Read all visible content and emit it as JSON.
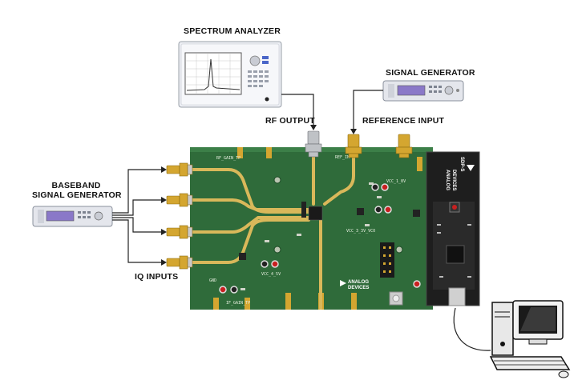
{
  "labels": {
    "spectrum_analyzer": "SPECTRUM ANALYZER",
    "signal_generator": "SIGNAL GENERATOR",
    "rf_output": "RF OUTPUT",
    "reference_input": "REFERENCE INPUT",
    "baseband_line1": "BASEBAND",
    "baseband_line2": "SIGNAL GENERATOR",
    "iq_inputs": "IQ INPUTS"
  },
  "board": {
    "silk_rf_gain": "RF_GAIN_TP",
    "silk_if_gain": "IF_GAIN_TP",
    "silk_vcc1": "VCC_1_8V",
    "silk_vcc2": "VCC_3_3V_VCO",
    "silk_vcc3": "VCC_4_5V",
    "silk_gnd": "GND",
    "silk_ref": "REF_IN",
    "brand_line1": "ANALOG",
    "brand_line2": "DEVICES",
    "sdp_label": "SDP-S"
  },
  "colors": {
    "pcb": "#2f6b3a",
    "trace": "#d9b85a",
    "connector": "#d4a630",
    "cable": "#222222",
    "instrument_body": "#e4e6ec",
    "display": "#8a78c8"
  }
}
